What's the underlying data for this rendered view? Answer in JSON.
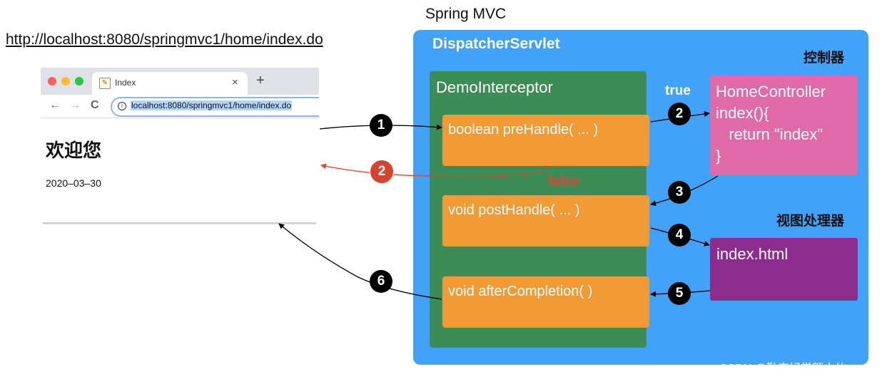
{
  "url_title": "http://localhost:8080/springmvc1/home/index.do",
  "mvc_title": "Spring MVC",
  "browser": {
    "tab_title": "Index",
    "tab_close": "×",
    "new_tab": "+",
    "nav_back": "←",
    "nav_forward": "→",
    "nav_reload": "C",
    "info_glyph": "i",
    "address": "localhost:8080/springmvc1/home/index.do",
    "heading": "欢迎您",
    "date": "2020–03–30",
    "favicon_glyph": "✎"
  },
  "dispatcher_label": "DispatcherServlet",
  "controller_label": "控制器",
  "view_resolver_label": "视图处理器",
  "interceptor": {
    "label": "DemoInterceptor",
    "pre_handle": "boolean preHandle( ... )",
    "post_handle": "void postHandle( ... )",
    "after_completion": "void afterCompletion( )"
  },
  "controller_code": [
    "HomeController",
    "index(){",
    "   return \"index\"",
    "}"
  ],
  "view_file": "index.html",
  "true_label": "true",
  "false_label": "false",
  "steps": [
    "1",
    "2",
    "2",
    "3",
    "4",
    "5",
    "6"
  ],
  "watermark": "CSDN @勤奋好学额小伙",
  "colors": {
    "dispatcher": "#42a2f7",
    "interceptor": "#3d8c56",
    "methods": "#f29a35",
    "controller": "#e06aa7",
    "view": "#8c2d8d",
    "false_path": "#e34234"
  }
}
